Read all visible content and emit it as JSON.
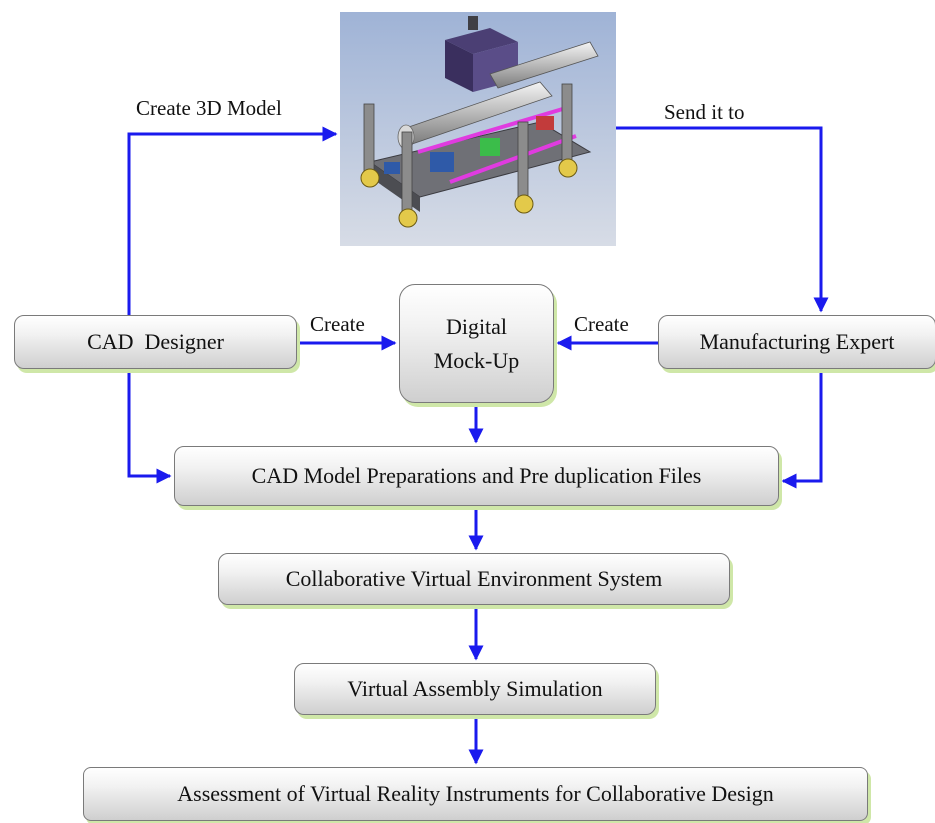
{
  "nodes": {
    "cad_designer": "CAD  Designer",
    "manufacturing_expert": "Manufacturing Expert",
    "digital_mockup_line1": "Digital",
    "digital_mockup_line2": "Mock-Up",
    "model_preparation": "CAD Model Preparations and Pre duplication Files",
    "cve_system": "Collaborative Virtual Environment System",
    "assembly_simulation": "Virtual Assembly Simulation",
    "assessment": "Assessment of Virtual Reality Instruments for Collaborative Design"
  },
  "edges": {
    "create_3d_model": "Create 3D Model",
    "send_it_to": "Send it to",
    "create_left": "Create",
    "create_right": "Create"
  },
  "image": {
    "subject": "3D CAD model of a mechanical assembly fixture"
  },
  "colors": {
    "arrow": "#1a1aee",
    "node_shadow": "#cfe7a8",
    "node_border": "#7a7a7a",
    "image_background": "#b9c7df"
  }
}
